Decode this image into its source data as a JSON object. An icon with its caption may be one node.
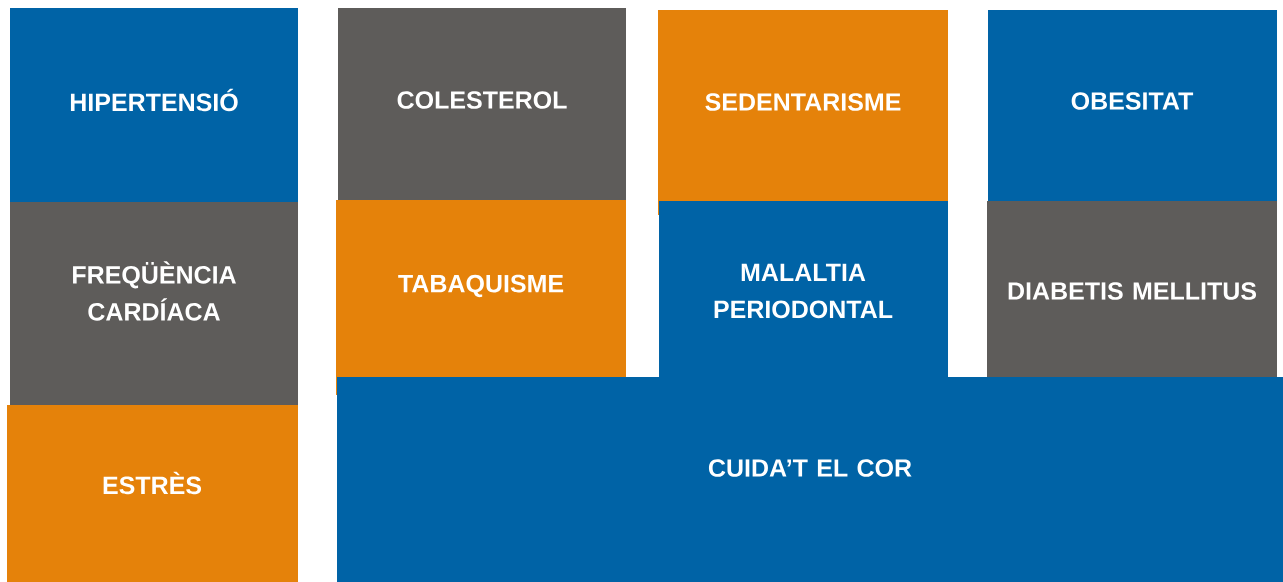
{
  "diagram": {
    "nodes": [
      {
        "text": [
          "HIPERTENSIÓ"
        ]
      },
      {
        "text": [
          "COLESTEROL"
        ]
      },
      {
        "text": [
          "SEDENTARISME"
        ]
      },
      {
        "text": [
          "OBESITAT"
        ]
      },
      {
        "text": [
          "FREQÜÈNCIA CARDÍACA"
        ]
      },
      {
        "text": [
          "TABAQUISME"
        ]
      },
      {
        "text": [
          "MALALTIA PERIODONTAL"
        ]
      },
      {
        "text": [
          "DIABETIS MELLITUS"
        ]
      },
      {
        "text": [
          "ESTRÈS"
        ]
      },
      {
        "text": [
          "CUIDA’T EL COR"
        ]
      }
    ]
  }
}
